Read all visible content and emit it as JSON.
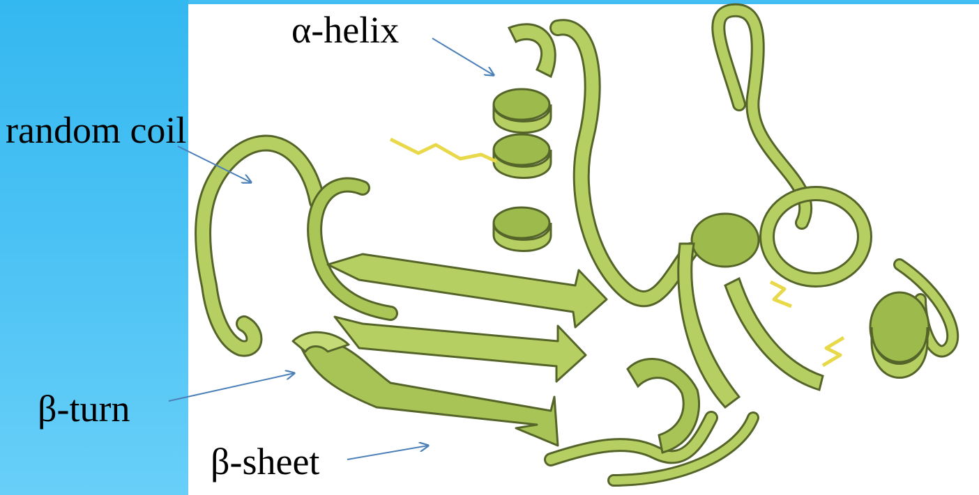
{
  "colors": {
    "sidebar": "#4cc2f4",
    "ribbon_fill": "#b5cf62",
    "ribbon_dark": "#8fae44",
    "ribbon_outline": "#55652a",
    "disulfide": "#f2e64a",
    "arrow": "#4a7fb8"
  },
  "labels": {
    "alpha_helix": "α-helix",
    "random_coil": "random coil",
    "beta_turn": "β-turn",
    "beta_sheet": "β-sheet"
  }
}
